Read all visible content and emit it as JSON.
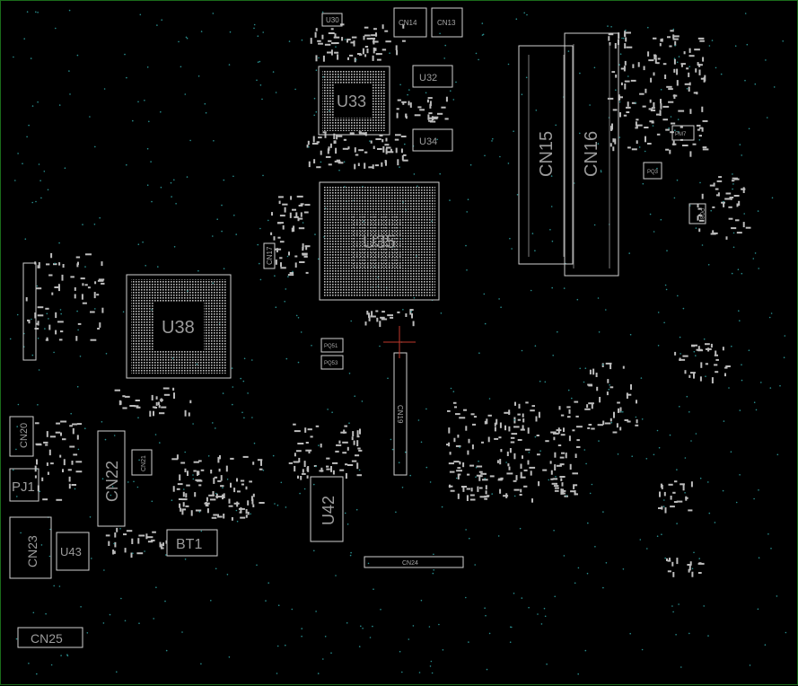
{
  "colors": {
    "background": "#000000",
    "frame": "#1a6b1a",
    "silkscreen": "#cfcfcf",
    "label": "#9b9b9b",
    "via": "#2a8f8f",
    "cursor": "#c0392b"
  },
  "components": {
    "U30": "U30",
    "CN14": "CN14",
    "CN13": "CN13",
    "U32": "U32",
    "U33": "U33",
    "U34": "U34",
    "CN15": "CN15",
    "CN16": "CN16",
    "U35": "U35",
    "U38": "U38",
    "CN17": "CN17",
    "PQ51": "PQ51",
    "PQ53": "PQ53",
    "CN19": "CN19",
    "CN20": "CN20",
    "PJ1": "PJ1",
    "CN22": "CN22",
    "CN21": "CN21",
    "BT1": "BT1",
    "U42": "U42",
    "CN23": "CN23",
    "U43": "U43",
    "CN24": "CN24",
    "CN25": "CN25",
    "PM7": "PM7",
    "PQ3": "PQ3",
    "PQ8": "PQ8"
  }
}
